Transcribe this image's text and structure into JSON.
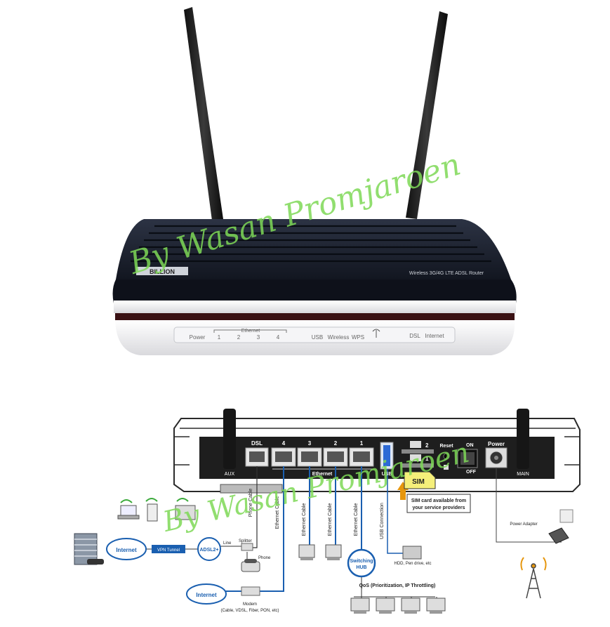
{
  "router_front": {
    "brand": "BILLION",
    "model": "Wireless 3G/4G LTE ADSL Router",
    "leds": {
      "power": "Power",
      "ethernet_group": "Ethernet",
      "eth1": "1",
      "eth2": "2",
      "eth3": "3",
      "eth4": "4",
      "usb": "USB",
      "wireless": "Wireless",
      "wps": "WPS",
      "dsl": "DSL",
      "internet": "Internet"
    }
  },
  "router_back": {
    "dsl": "DSL",
    "port4": "4",
    "port3": "3",
    "port2": "2",
    "port1": "1",
    "ethernet": "Ethernet",
    "usb": "USB",
    "sim2": "2",
    "sim1": "1",
    "reset": "Reset",
    "on": "ON",
    "off": "OFF",
    "power": "Power",
    "aux": "AUX",
    "main": "MAIN"
  },
  "diagram": {
    "sim_badge": "SIM",
    "sim_note_1": "SIM card available from",
    "sim_note_2": "your service providers",
    "phone_cable": "Phone Cable",
    "ethernet_cable": "Ethernet Cable",
    "usb_connection": "USB Connection",
    "splitter": "Splitter",
    "line": "Line",
    "phone": "Phone",
    "internet": "Internet",
    "vpn_tunnel": "VPN Tunnel",
    "adsl2": "ADSL2+",
    "modem": "Modem",
    "modem_types": "(Cable, VDSL, Fiber, PON, etc)",
    "switching": "Switching",
    "hub": "HUB",
    "hdd": "HDD, Pen drive, etc",
    "qos": "QoS (Prioritization, IP Throttling)",
    "power_adapter": "Power Adapter"
  },
  "watermark": "By Wasan Promjaroen"
}
